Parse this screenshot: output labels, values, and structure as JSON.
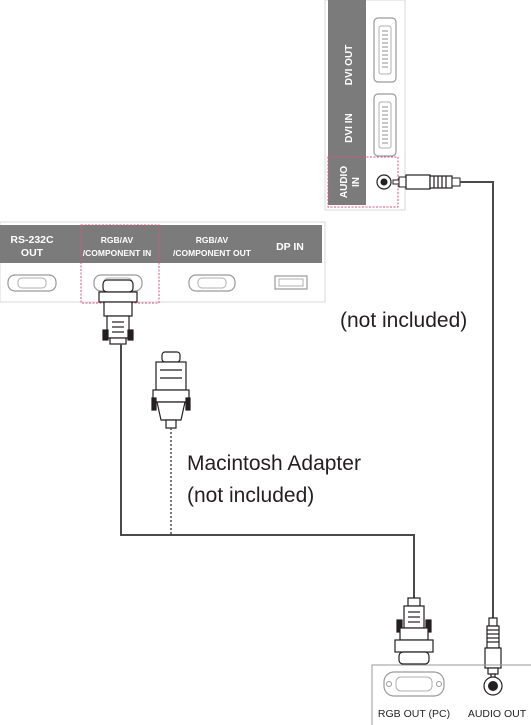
{
  "top_panel": {
    "ports": [
      {
        "label": "DVI OUT"
      },
      {
        "label": "DVI IN"
      },
      {
        "label_line1": "AUDIO",
        "label_line2": "IN"
      }
    ]
  },
  "left_panel": {
    "ports": [
      {
        "line1": "RS-232C",
        "line2": "OUT"
      },
      {
        "line1": "RGB/AV",
        "line2": "/COMPONENT IN"
      },
      {
        "line1": "RGB/AV",
        "line2": "/COMPONENT OUT"
      },
      {
        "line1": "DP IN",
        "line2": ""
      }
    ]
  },
  "callouts": {
    "audio_cable_note": "(not included)",
    "adapter_line1": "Macintosh Adapter",
    "adapter_line2": "(not included)"
  },
  "pc_panel": {
    "rgb_out_label": "RGB OUT (PC)",
    "audio_out_label": "AUDIO OUT"
  },
  "colors": {
    "label_bar": "#7b7b7b",
    "highlight_border": "#e0507a",
    "cable": "#4a4a4a",
    "connector_fill": "#ffffff",
    "connector_stroke": "#231f20"
  }
}
